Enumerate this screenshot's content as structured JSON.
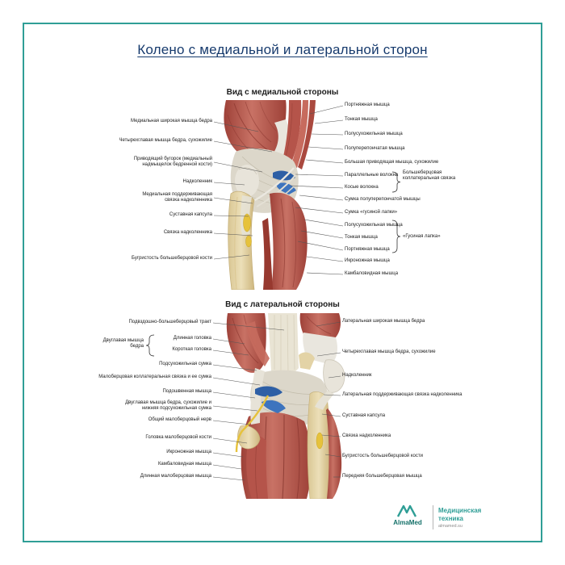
{
  "page": {
    "title": "Колено с медиальной и латеральной сторон"
  },
  "medial": {
    "title": "Вид с медиальной стороны",
    "left": [
      "Медиальная широкая мышца бедра",
      "Четырехглавая мышца бедра, сухожилие",
      "Приводящий бугорок (медиальный надмыщелок бедренной кости)",
      "Надколенник",
      "Медиальная поддерживающая связка надколенника",
      "Суставная капсула",
      "Связка надколенника",
      "Бугристость большеберцовой кости"
    ],
    "right": [
      "Портняжная мышца",
      "Тонкая мышца",
      "Полусухожильная мышца",
      "Полуперепончатая мышца",
      "Большая приводящая мышца, сухожилие",
      "Параллельные волокна",
      "Косые волокна",
      "Сумка полуперепончатой мышцы",
      "Сумка «гусиной лапки»",
      "Полусухожильная мышца",
      "Тонкая мышца",
      "Портняжная мышца",
      "Икроножная мышца",
      "Камбаловидная мышца"
    ],
    "group_tcl": "Большеберцовая коллатеральная связка",
    "group_pes": "«Гусиная лапка»"
  },
  "lateral": {
    "title": "Вид с латеральной стороны",
    "left": [
      "Подвздошно-большеберцовый тракт",
      "Длинная головка",
      "Короткая головка",
      "Подсухожильная сумка",
      "Малоберцовая коллатеральная связка и ее сумка",
      "Подошвенная мышца",
      "Двуглавая мышца бедра, сухожилие и нижняя подсухожильная сумка",
      "Общий малоберцовый нерв",
      "Головка малоберцовой кости",
      "Икроножная мышца",
      "Камбаловидная мышца",
      "Длинная малоберцовая мышца"
    ],
    "group_biceps": "Двуглавая мышца бедра",
    "right": [
      "Латеральная широкая мышца бедра",
      "Четырехглавая мышца бедра, сухожилие",
      "Надколенник",
      "Латеральная поддерживающая связка надколенника",
      "Суставная капсула",
      "Связка надколенника",
      "Бугристость большеберцовой кости",
      "Передняя большеберцовая мышца"
    ]
  },
  "logo": {
    "brand": "AlmaMed",
    "line1": "Медицинская",
    "line2": "техника",
    "site": "almamed.su"
  },
  "colors": {
    "frame_teal": "#2f9e96",
    "title_navy": "#163a6d",
    "muscle_red": "#b5544a",
    "bone_beige": "#e5d5a9",
    "tendon_white": "#e9e6de",
    "accent_blue": "#2e5fa5",
    "accent_yellow": "#e6c23c"
  }
}
